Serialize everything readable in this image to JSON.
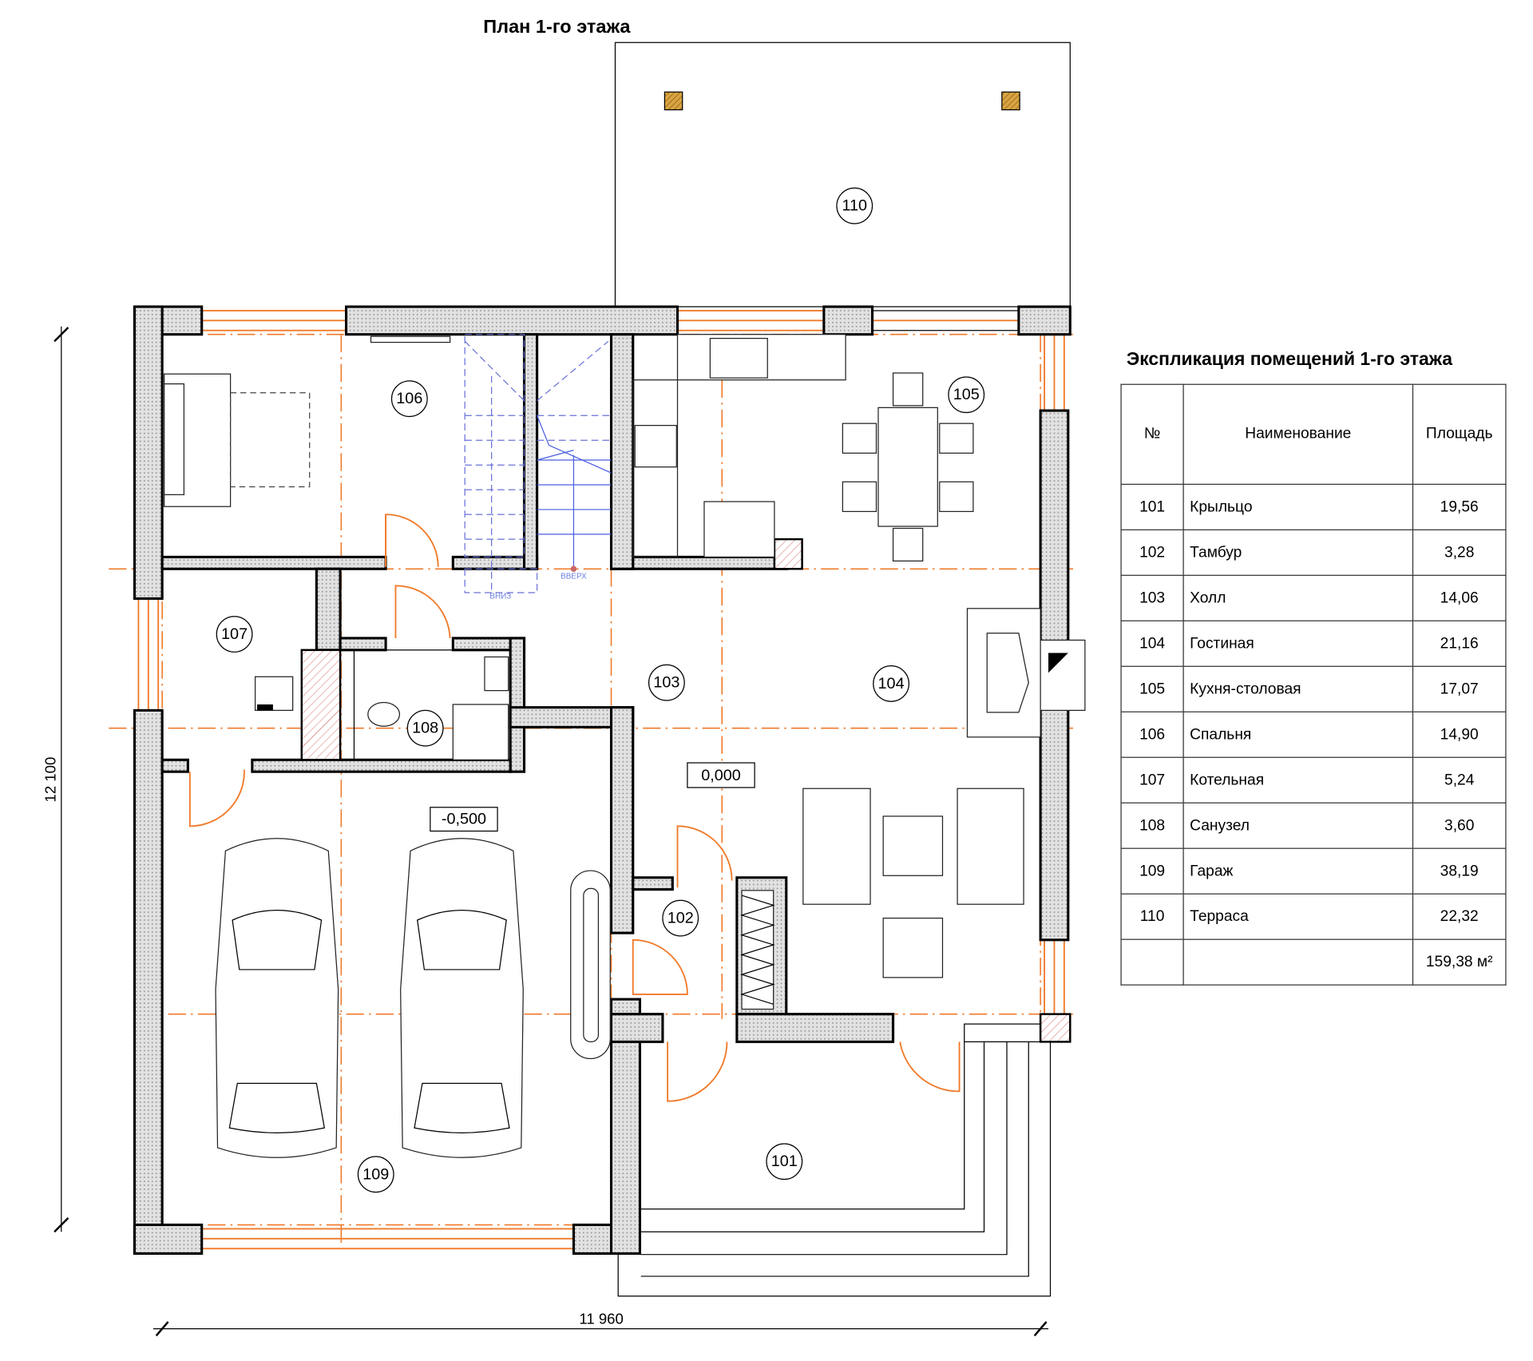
{
  "plan": {
    "title": "План 1-го этажа",
    "dimension_vertical": "12 100",
    "dimension_horizontal": "11 960",
    "level_main": "0,000",
    "level_garage": "-0,500",
    "stair_up": "ВВЕРХ",
    "stair_down": "ВНИЗ",
    "rooms": [
      "101",
      "102",
      "103",
      "104",
      "105",
      "106",
      "107",
      "108",
      "109",
      "110"
    ]
  },
  "explication": {
    "title": "Экспликация помещений 1-го этажа",
    "headers": [
      "№",
      "Наименование",
      "Площадь"
    ],
    "rows": [
      {
        "num": "101",
        "name": "Крыльцо",
        "area": "19,56"
      },
      {
        "num": "102",
        "name": "Тамбур",
        "area": "3,28"
      },
      {
        "num": "103",
        "name": "Холл",
        "area": "14,06"
      },
      {
        "num": "104",
        "name": "Гостиная",
        "area": "21,16"
      },
      {
        "num": "105",
        "name": "Кухня-столовая",
        "area": "17,07"
      },
      {
        "num": "106",
        "name": "Спальня",
        "area": "14,90"
      },
      {
        "num": "107",
        "name": "Котельная",
        "area": "5,24"
      },
      {
        "num": "108",
        "name": "Санузел",
        "area": "3,60"
      },
      {
        "num": "109",
        "name": "Гараж",
        "area": "38,19"
      },
      {
        "num": "110",
        "name": "Терраса",
        "area": "22,32"
      }
    ],
    "total": "159,38 м²"
  },
  "colors": {
    "axis": "#f07a2a",
    "stair": "#4a5ee0",
    "wall_fill": "#dcdcdc"
  }
}
